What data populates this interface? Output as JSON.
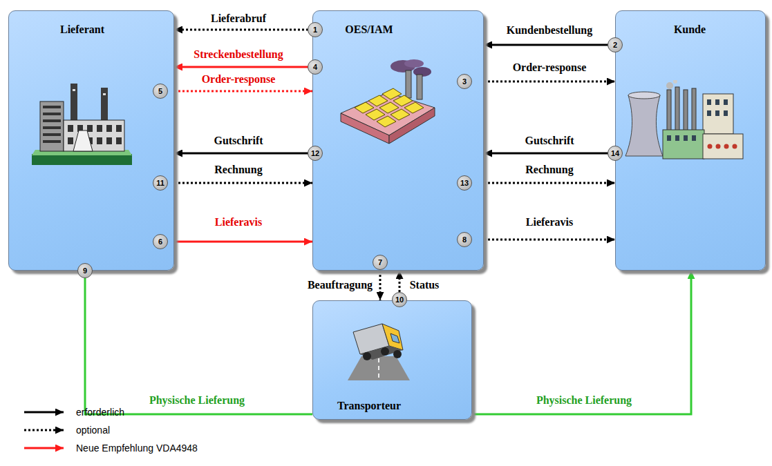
{
  "diagram": {
    "nodes": [
      {
        "text": [
          "Lieferant"
        ]
      },
      {
        "text": [
          "OES/IAM"
        ]
      },
      {
        "text": [
          "Kunde"
        ]
      },
      {
        "text": [
          "Transporteur"
        ]
      }
    ],
    "edges": [
      {
        "from": 1,
        "to": 0,
        "arrow": "to",
        "label": "Lieferabruf"
      },
      {
        "from": 2,
        "to": 1,
        "arrow": "to",
        "label": "Kundenbestellung"
      },
      {
        "from": 1,
        "to": 2,
        "arrow": "to",
        "label": "Order-response"
      },
      {
        "from": 1,
        "to": 0,
        "arrow": "to",
        "label": "Streckenbestellung"
      },
      {
        "from": 0,
        "to": 1,
        "arrow": "to",
        "label": "Order-response"
      },
      {
        "from": 1,
        "to": 0,
        "arrow": "to",
        "label": "Gutschrift"
      },
      {
        "from": 2,
        "to": 1,
        "arrow": "to",
        "label": "Gutschrift"
      },
      {
        "from": 0,
        "to": 1,
        "arrow": "to",
        "label": "Rechnung"
      },
      {
        "from": 1,
        "to": 2,
        "arrow": "to",
        "label": "Rechnung"
      },
      {
        "from": 0,
        "to": 1,
        "arrow": "to",
        "label": "Lieferavis"
      },
      {
        "from": 1,
        "to": 2,
        "arrow": "to",
        "label": "Lieferavis"
      },
      {
        "from": 1,
        "to": 3,
        "arrow": "to",
        "label": "Beauftragung"
      },
      {
        "from": 3,
        "to": 1,
        "arrow": "to",
        "label": "Status"
      },
      {
        "from": 0,
        "to": 3,
        "arrow": "none",
        "label": "Physische Lieferung"
      },
      {
        "from": 3,
        "to": 2,
        "arrow": "to",
        "label": "Physische Lieferung"
      }
    ],
    "labels": [
      "1",
      "2",
      "3",
      "4",
      "5",
      "6",
      "7",
      "8",
      "9",
      "10",
      "11",
      "12",
      "13",
      "14"
    ],
    "legend": [
      {
        "text": "erforderlich"
      },
      {
        "text": "optional"
      },
      {
        "text": "Neue Empfehlung VDA4948"
      }
    ]
  }
}
